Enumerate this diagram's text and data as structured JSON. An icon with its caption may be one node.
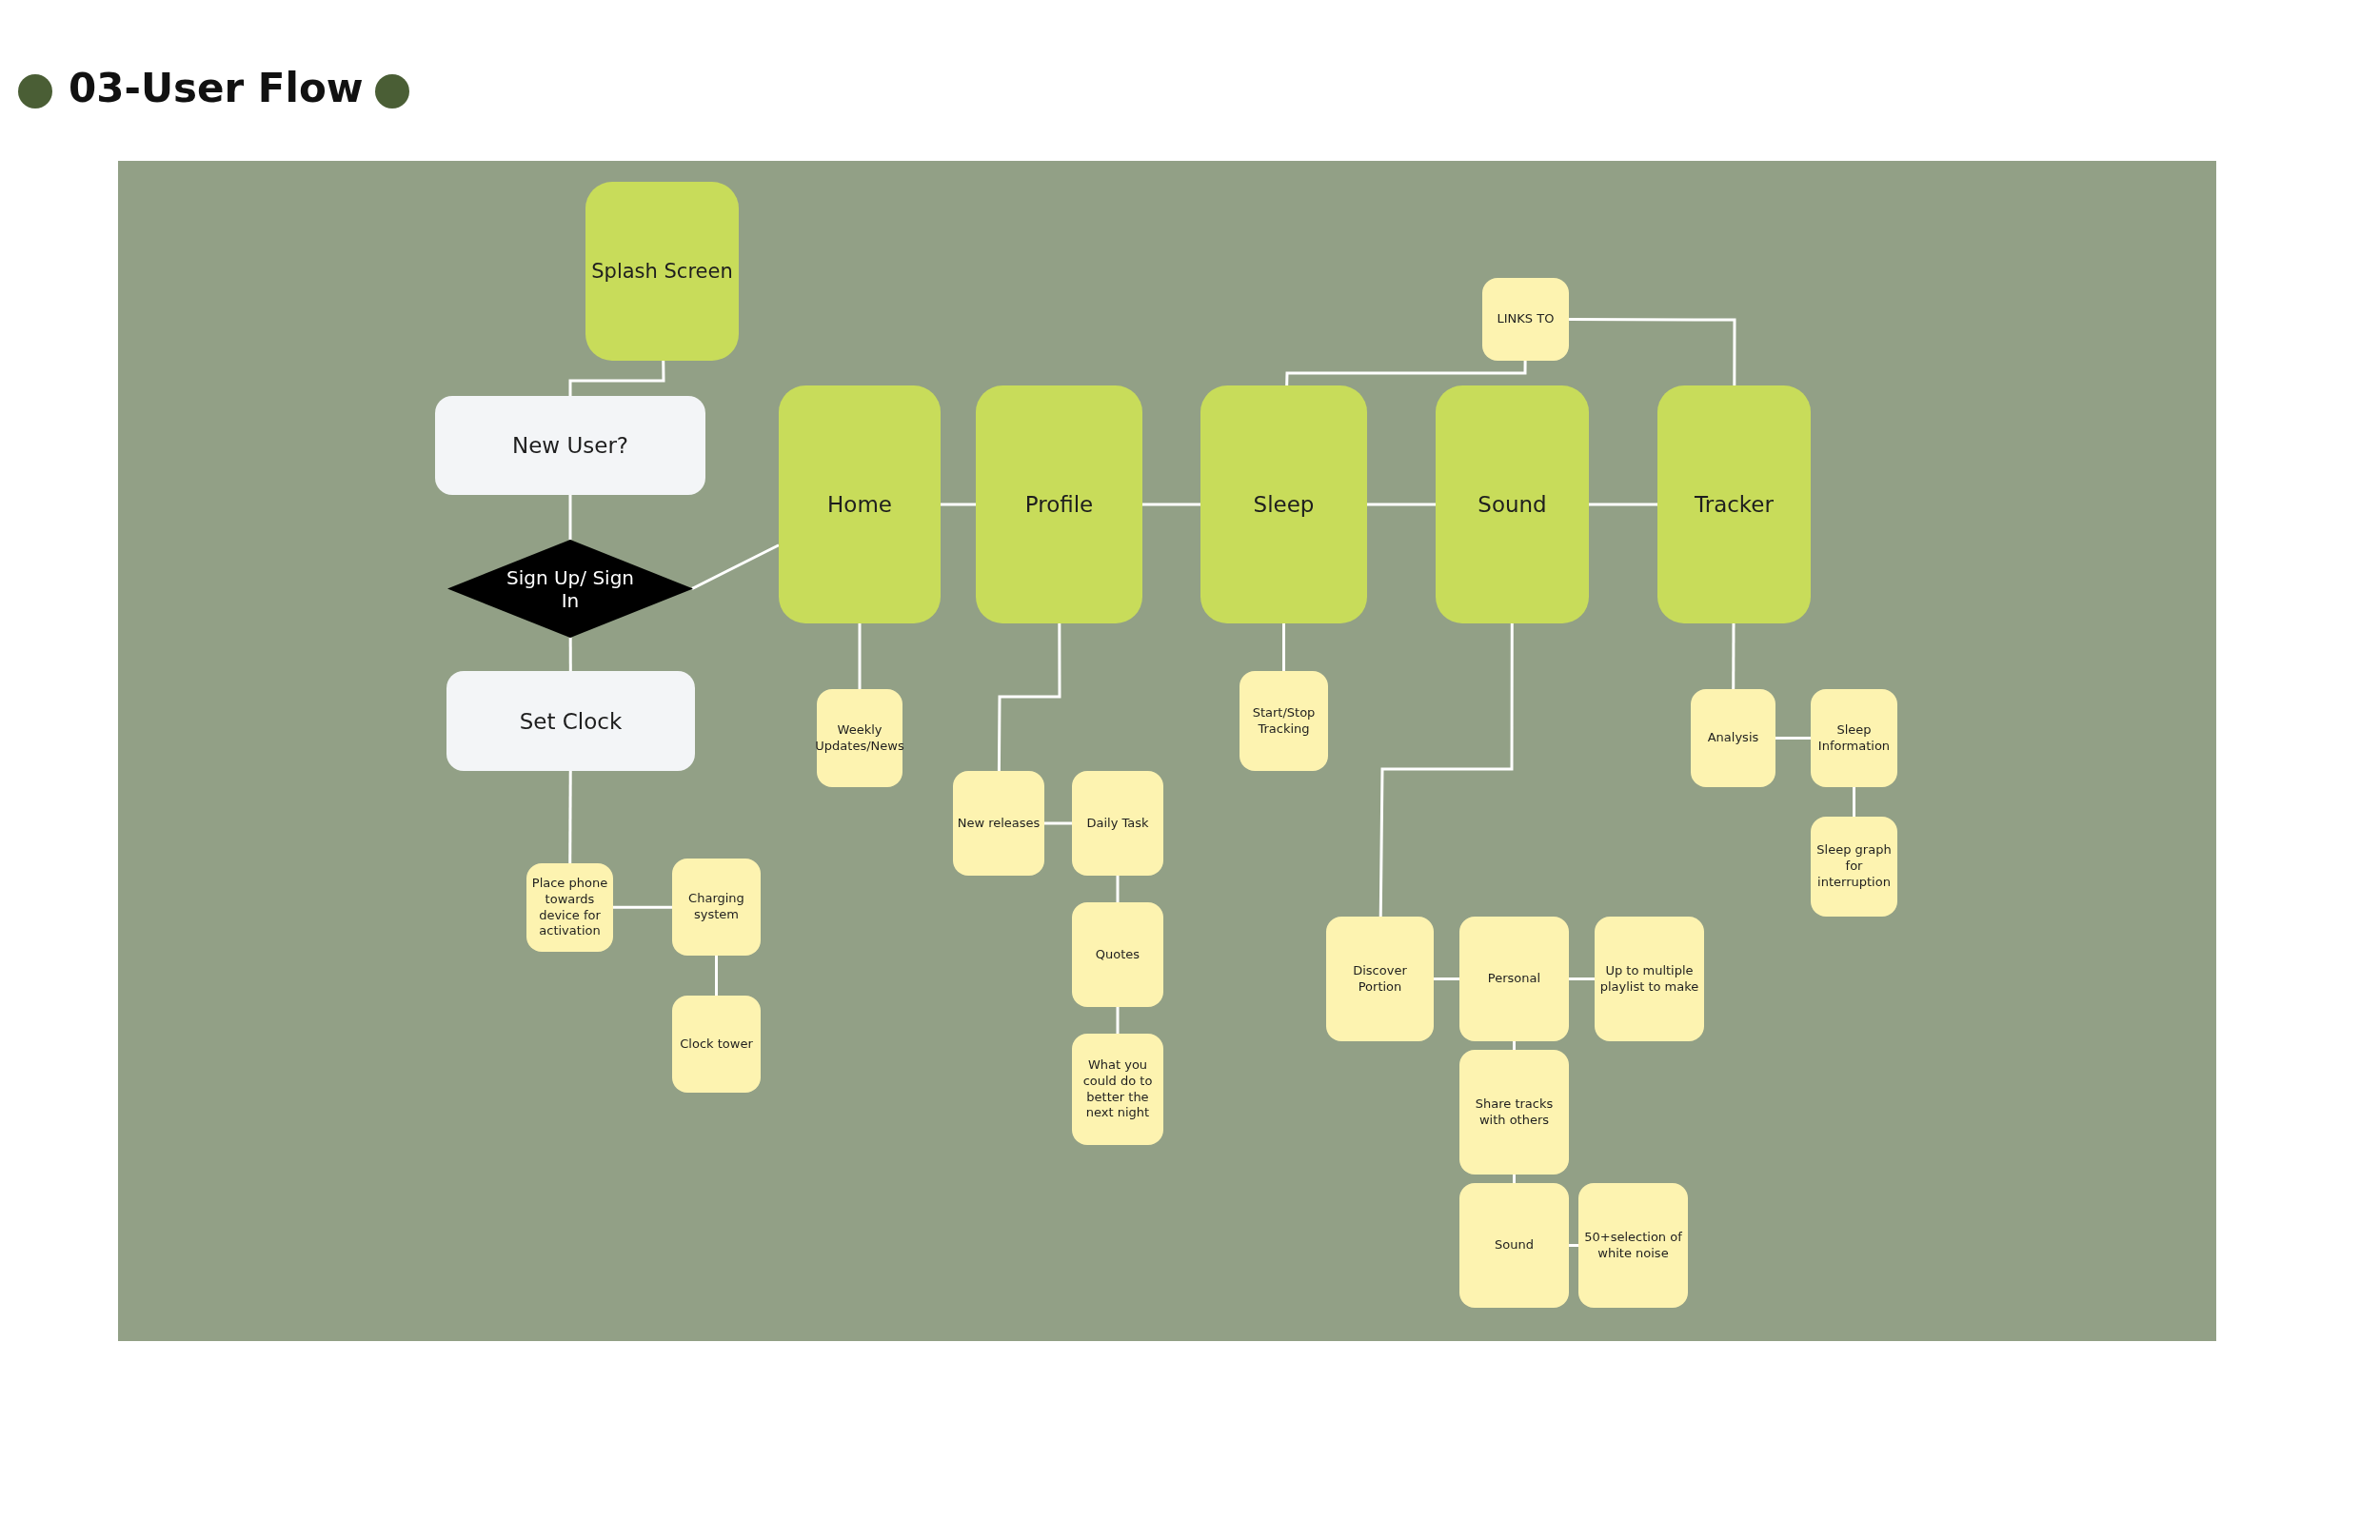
{
  "diagram": {
    "title": "03-User Flow",
    "nodes": [
      {
        "text": [
          "Splash Screen"
        ]
      },
      {
        "text": [
          "New User?"
        ]
      },
      {
        "text": [
          "Sign Up/ Sign In"
        ]
      },
      {
        "text": [
          "Set Clock"
        ]
      },
      {
        "text": [
          "Home"
        ]
      },
      {
        "text": [
          "Profile"
        ]
      },
      {
        "text": [
          "Sleep"
        ]
      },
      {
        "text": [
          "Sound"
        ]
      },
      {
        "text": [
          "Tracker"
        ]
      },
      {
        "text": [
          "LINKS TO"
        ]
      },
      {
        "text": [
          "Weekly Updates/News"
        ]
      },
      {
        "text": [
          "New releases"
        ]
      },
      {
        "text": [
          "Daily Task"
        ]
      },
      {
        "text": [
          "Quotes"
        ]
      },
      {
        "text": [
          "What you could do to better the next night"
        ]
      },
      {
        "text": [
          "Start/Stop Tracking"
        ]
      },
      {
        "text": [
          "Place phone towards device for activation"
        ]
      },
      {
        "text": [
          "Charging system"
        ]
      },
      {
        "text": [
          "Clock tower"
        ]
      },
      {
        "text": [
          "Discover Portion"
        ]
      },
      {
        "text": [
          "Personal"
        ]
      },
      {
        "text": [
          "Up to multiple playlist to make"
        ]
      },
      {
        "text": [
          "Share tracks with others"
        ]
      },
      {
        "text": [
          "Sound"
        ]
      },
      {
        "text": [
          "50+selection of white noise"
        ]
      },
      {
        "text": [
          "Analysis"
        ]
      },
      {
        "text": [
          "Sleep Information"
        ]
      },
      {
        "text": [
          "Sleep graph for interruption"
        ]
      }
    ],
    "edges": [
      {
        "from": 0,
        "to": 1,
        "arrow": "none"
      },
      {
        "from": 1,
        "to": 2,
        "arrow": "none"
      },
      {
        "from": 2,
        "to": 3,
        "arrow": "none"
      },
      {
        "from": 2,
        "to": 4,
        "arrow": "none"
      },
      {
        "from": 4,
        "to": 5,
        "arrow": "none"
      },
      {
        "from": 5,
        "to": 6,
        "arrow": "none"
      },
      {
        "from": 6,
        "to": 7,
        "arrow": "none"
      },
      {
        "from": 7,
        "to": 8,
        "arrow": "none"
      },
      {
        "from": 9,
        "to": 6,
        "arrow": "none"
      },
      {
        "from": 9,
        "to": 8,
        "arrow": "none"
      },
      {
        "from": 4,
        "to": 10,
        "arrow": "none"
      },
      {
        "from": 5,
        "to": 11,
        "arrow": "none"
      },
      {
        "from": 11,
        "to": 12,
        "arrow": "none"
      },
      {
        "from": 12,
        "to": 13,
        "arrow": "none"
      },
      {
        "from": 13,
        "to": 14,
        "arrow": "none"
      },
      {
        "from": 6,
        "to": 15,
        "arrow": "none"
      },
      {
        "from": 3,
        "to": 16,
        "arrow": "none"
      },
      {
        "from": 16,
        "to": 17,
        "arrow": "none"
      },
      {
        "from": 17,
        "to": 18,
        "arrow": "none"
      },
      {
        "from": 7,
        "to": 19,
        "arrow": "none"
      },
      {
        "from": 19,
        "to": 20,
        "arrow": "none"
      },
      {
        "from": 20,
        "to": 21,
        "arrow": "none"
      },
      {
        "from": 20,
        "to": 22,
        "arrow": "none"
      },
      {
        "from": 22,
        "to": 23,
        "arrow": "none"
      },
      {
        "from": 23,
        "to": 24,
        "arrow": "none"
      },
      {
        "from": 8,
        "to": 25,
        "arrow": "none"
      },
      {
        "from": 25,
        "to": 26,
        "arrow": "none"
      },
      {
        "from": 26,
        "to": 27,
        "arrow": "none"
      }
    ]
  }
}
